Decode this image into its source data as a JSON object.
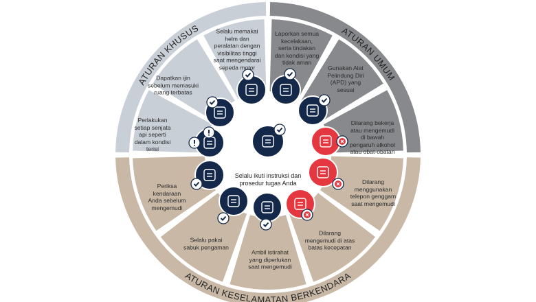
{
  "colors": {
    "navy": "#14294a",
    "red": "#e5373f",
    "khusus": "#c8cfd7",
    "umum": "#87898c",
    "berkendara": "#c8b8a5"
  },
  "ring_labels": {
    "khusus": "ATURAN KHUSUS",
    "umum": "ATURAN UMUM",
    "berkendara": "ATURAN KESELAMATAN BERKENDARA"
  },
  "center": {
    "icon": "document-shield-icon",
    "badge": "check",
    "text": "Selalu ikuti instruksi dan\nprosedur tugas Anda"
  },
  "rules": [
    {
      "id": "helm",
      "group": "khusus",
      "text": "Selalu memakai\nhelm dan\nperalatan dengan\nvisibilitas tinggi\nsaat mengendarai\nsepeda motor",
      "icon": "helmet-icon",
      "badge": "check"
    },
    {
      "id": "ijin",
      "group": "khusus",
      "text": "Dapatkan ijin\nsebelum memasuki\nruang terbatas",
      "icon": "confined-space-icon",
      "badge": "check"
    },
    {
      "id": "senjata",
      "group": "khusus",
      "text": "Perlakukan\nsetiap senjata\napi seperti\ndalam kondisi\nterisi",
      "icon": "gun-icon",
      "badge": "exclamation"
    },
    {
      "id": "laporkan",
      "group": "umum",
      "text": "Laporkan semua\nkecelakaan,\nserta tindakan\ndan kondisi yang\ntidak aman",
      "icon": "report-bubble-icon",
      "badge": "check"
    },
    {
      "id": "apd",
      "group": "umum",
      "text": "Gunakan Alat\nPelindung Diri\n(APD) yang\nsesuai",
      "icon": "ppe-person-icon",
      "badge": "check"
    },
    {
      "id": "alkohol",
      "group": "umum",
      "text": "Dilarang bekerja\natau mengemudi\ndi bawah\npengaruh alkohol\natau obat-obatan",
      "icon": "alcohol-icon",
      "badge": "cross"
    },
    {
      "id": "telepon",
      "group": "berkendara",
      "text": "Dilarang\nmenggunakan\ntelepon genggam\nsaat mengemudi",
      "icon": "phone-steering-icon",
      "badge": "cross"
    },
    {
      "id": "kecepatan",
      "group": "berkendara",
      "text": "Dilarang\nmengemudi di atas\nbatas kecepatan",
      "icon": "speedometer-icon",
      "badge": "cross"
    },
    {
      "id": "istirahat",
      "group": "berkendara",
      "text": "Ambil istirahat\nyang diperlukan\nsaat mengemudi",
      "icon": "coffee-cup-icon",
      "badge": "check"
    },
    {
      "id": "sabuk",
      "group": "berkendara",
      "text": "Selalu pakai\nsabuk pengaman",
      "icon": "seatbelt-icon",
      "badge": "check"
    },
    {
      "id": "periksa",
      "group": "berkendara",
      "text": "Periksa\nkendaraan\nAnda sebelum\nmengemudi",
      "icon": "vehicle-checklist-icon",
      "badge": "check"
    }
  ]
}
